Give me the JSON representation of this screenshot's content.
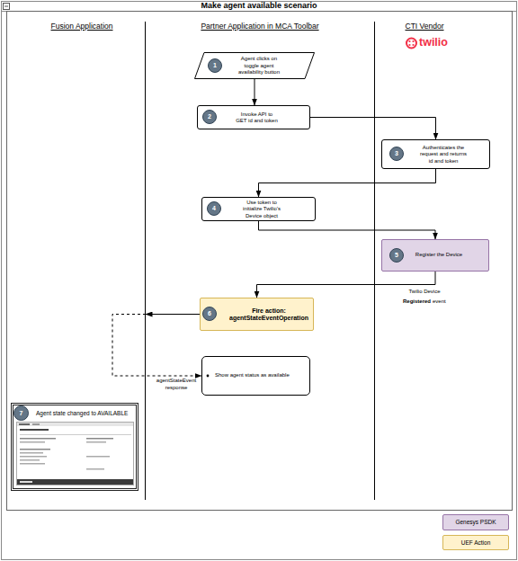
{
  "diagram": {
    "title": "Make agent available scenario",
    "nodes": [
      {
        "text": [
          "Fusion Application"
        ]
      },
      {
        "text": [
          "Partner Application in MCA Toolbar"
        ]
      },
      {
        "text": [
          "CTI Vendor"
        ]
      },
      {
        "text": [
          "Agent clicks on toggle agent availability button"
        ],
        "in": 1
      },
      {
        "text": [
          "1"
        ],
        "in": 3
      },
      {
        "text": [
          "Invoke API to GET id and token"
        ],
        "in": 1
      },
      {
        "text": [
          "2"
        ],
        "in": 5
      },
      {
        "text": [
          "Authenticates the request and returns id and token"
        ],
        "in": 2
      },
      {
        "text": [
          "3"
        ],
        "in": 7
      },
      {
        "text": [
          "Use token to initialize Twilio's Device object"
        ],
        "in": 1
      },
      {
        "text": [
          "4"
        ],
        "in": 9
      },
      {
        "text": [
          "Register the Device"
        ],
        "in": 2
      },
      {
        "text": [
          "5"
        ],
        "in": 11
      },
      {
        "text": [
          "Fire action: agentStateEventOperation"
        ],
        "in": 1
      },
      {
        "text": [
          "6"
        ],
        "in": 13
      },
      {
        "text": [
          "Show agent status as available"
        ],
        "in": 1
      },
      {
        "text": [
          "Agent state changed to AVAILABLE"
        ],
        "in": 0
      },
      {
        "text": [
          "7"
        ],
        "in": 16
      }
    ],
    "edges": [
      {
        "from": 3,
        "to": 5,
        "arrow": "to"
      },
      {
        "from": 5,
        "to": 7,
        "arrow": "to"
      },
      {
        "from": 7,
        "to": 9,
        "arrow": "to"
      },
      {
        "from": 9,
        "to": 11,
        "arrow": "to"
      },
      {
        "from": 11,
        "to": 13,
        "arrow": "to"
      },
      {
        "from": 13,
        "to": 0,
        "arrow": "to"
      },
      {
        "from": 0,
        "to": 15,
        "label": "agentStateEvent response",
        "arrow": "to"
      }
    ],
    "labels": [
      "twilio",
      "Twilio Device",
      "Registered",
      "event"
    ],
    "legend": [
      {
        "text": "Genesys PSDK",
        "color": "#e1d5e7"
      },
      {
        "text": "UEF Action",
        "color": "#fff2cc"
      }
    ]
  }
}
